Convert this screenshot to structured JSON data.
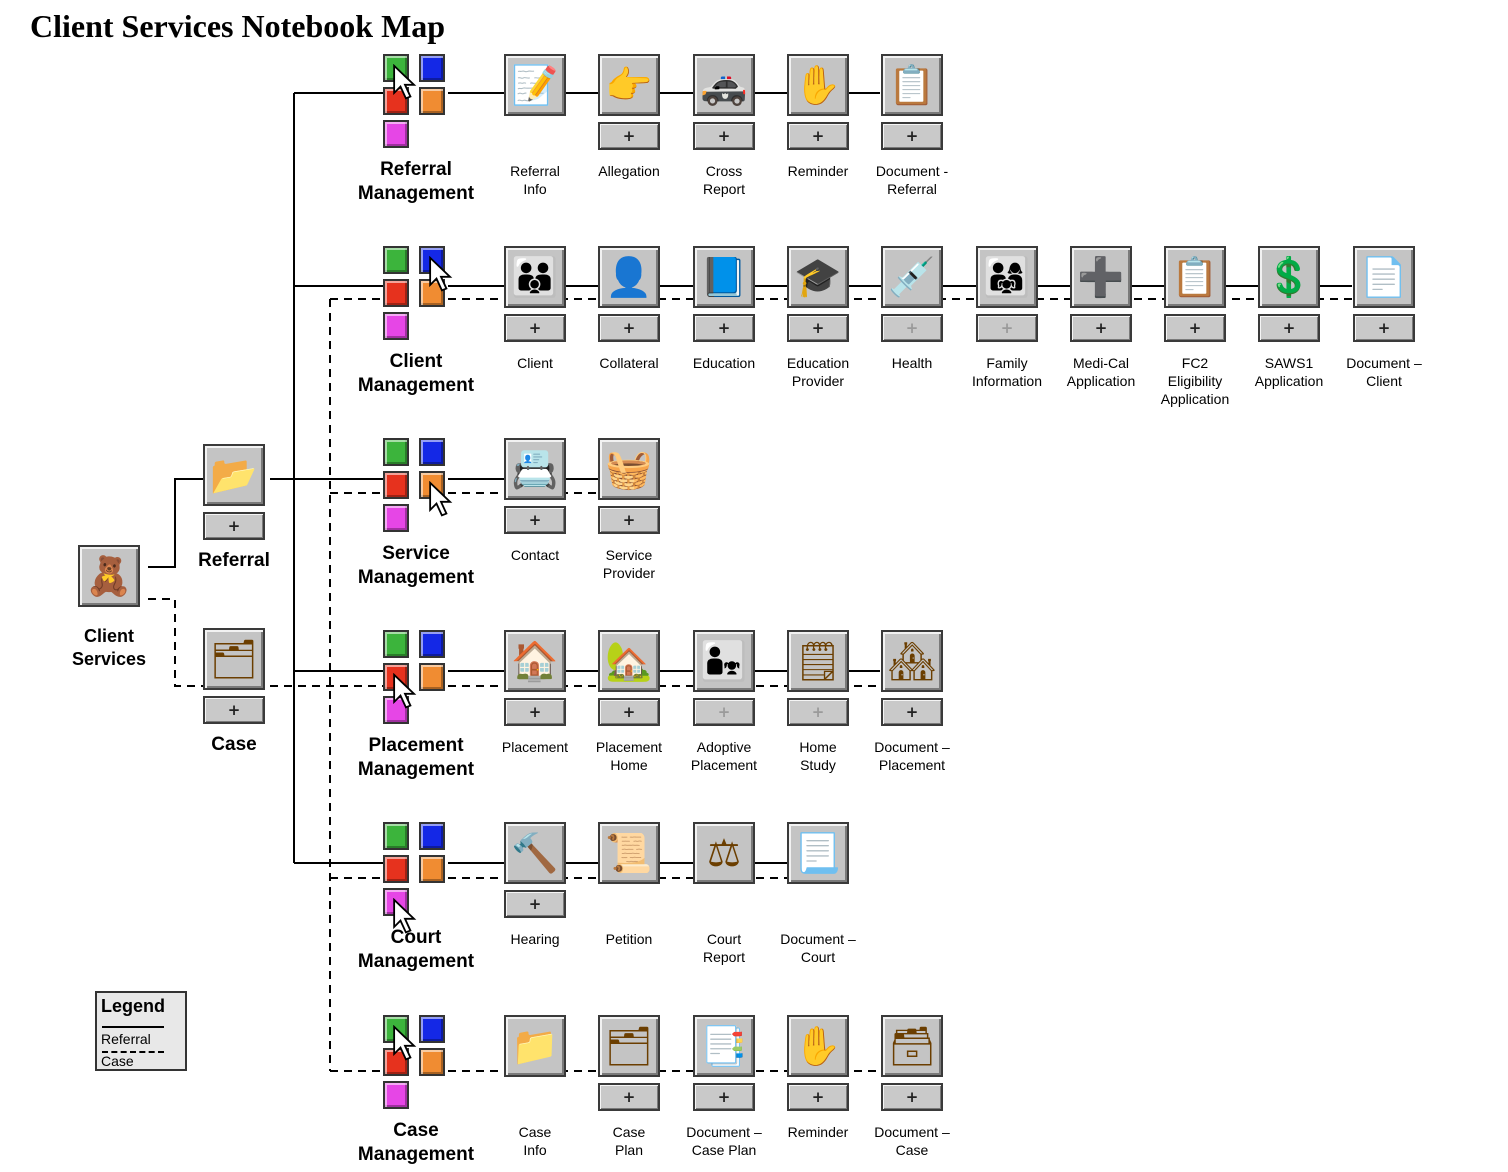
{
  "title": "Client Services Notebook Map",
  "legend": {
    "title": "Legend",
    "referral": "Referral",
    "case": "Case"
  },
  "root": {
    "label": "Client\nServices",
    "icon": "teddy-bear-icon"
  },
  "referral": {
    "label": "Referral",
    "icon": "referral-folder-icon",
    "plus": "+"
  },
  "case": {
    "label": "Case",
    "icon": "case-folder-icon",
    "plus": "+"
  },
  "categories": [
    {
      "label": "Referral\nManagement",
      "cursor": "green",
      "items": [
        {
          "label": "Referral\nInfo",
          "icon": "notepad-icon",
          "glyph": "📝",
          "plus": null
        },
        {
          "label": "Allegation",
          "icon": "pointing-hand-icon",
          "glyph": "👉",
          "plus": "+"
        },
        {
          "label": "Cross\nReport",
          "icon": "police-car-icon",
          "glyph": "🚓",
          "plus": "+"
        },
        {
          "label": "Reminder",
          "icon": "ribbon-finger-icon",
          "glyph": "✋",
          "plus": "+"
        },
        {
          "label": "Document -\nReferral",
          "icon": "document-pen-icon",
          "glyph": "📋",
          "plus": "+"
        }
      ]
    },
    {
      "label": "Client\nManagement",
      "cursor": "blue",
      "items": [
        {
          "label": "Client",
          "icon": "family-portrait-icon",
          "glyph": "👪",
          "plus": "+"
        },
        {
          "label": "Collateral",
          "icon": "person-folder-icon",
          "glyph": "👤",
          "plus": "+"
        },
        {
          "label": "Education",
          "icon": "book-apple-icon",
          "glyph": "📘",
          "plus": "+"
        },
        {
          "label": "Education\nProvider",
          "icon": "graduate-icon",
          "glyph": "🎓",
          "plus": "+"
        },
        {
          "label": "Health",
          "icon": "syringe-chart-icon",
          "glyph": "💉",
          "plus": "+",
          "disabled": true
        },
        {
          "label": "Family\nInformation",
          "icon": "family-info-icon",
          "glyph": "👨‍👩‍👧",
          "plus": "+",
          "disabled": true
        },
        {
          "label": "Medi-Cal\nApplication",
          "icon": "medical-clipboard-icon",
          "glyph": "➕",
          "plus": "+"
        },
        {
          "label": "FC2\nEligibility\nApplication",
          "icon": "family-clipboard-icon",
          "glyph": "📋",
          "plus": "+"
        },
        {
          "label": "SAWS1\nApplication",
          "icon": "dollar-document-icon",
          "glyph": "💲",
          "plus": "+"
        },
        {
          "label": "Document –\nClient",
          "icon": "person-document-icon",
          "glyph": "📄",
          "plus": "+"
        }
      ]
    },
    {
      "label": "Service\nManagement",
      "cursor": "orange",
      "items": [
        {
          "label": "Contact",
          "icon": "contact-clamp-icon",
          "glyph": "📇",
          "plus": "+"
        },
        {
          "label": "Service\nProvider",
          "icon": "cornucopia-icon",
          "glyph": "🧺",
          "plus": "+"
        }
      ]
    },
    {
      "label": "Placement\nManagement",
      "cursor": "red",
      "items": [
        {
          "label": "Placement",
          "icon": "house-family-icon",
          "glyph": "🏠",
          "plus": "+"
        },
        {
          "label": "Placement\nHome",
          "icon": "house-tree-icon",
          "glyph": "🏡",
          "plus": "+"
        },
        {
          "label": "Adoptive\nPlacement",
          "icon": "adoptive-family-icon",
          "glyph": "👨‍👧",
          "plus": "+",
          "disabled": true
        },
        {
          "label": "Home\nStudy",
          "icon": "home-study-icon",
          "glyph": "🗒",
          "plus": "+",
          "disabled": true
        },
        {
          "label": "Document –\nPlacement",
          "icon": "house-document-icon",
          "glyph": "🏘",
          "plus": "+"
        }
      ]
    },
    {
      "label": "Court\nManagement",
      "cursor": "magenta",
      "items": [
        {
          "label": "Hearing",
          "icon": "gavel-icon",
          "glyph": "🔨",
          "plus": "+"
        },
        {
          "label": "Petition",
          "icon": "scroll-pen-icon",
          "glyph": "📜",
          "plus": null
        },
        {
          "label": "Court\nReport",
          "icon": "scales-icon",
          "glyph": "⚖",
          "plus": null
        },
        {
          "label": "Document –\nCourt",
          "icon": "court-document-icon",
          "glyph": "📃",
          "plus": null
        }
      ]
    },
    {
      "label": "Case\nManagement",
      "cursor": "green",
      "items": [
        {
          "label": "Case\nInfo",
          "icon": "yellow-folder-icon",
          "glyph": "📁",
          "plus": null
        },
        {
          "label": "Case\nPlan",
          "icon": "stacked-papers-icon",
          "glyph": "🗂",
          "plus": "+"
        },
        {
          "label": "Document –\nCase Plan",
          "icon": "document-stack-icon",
          "glyph": "📑",
          "plus": "+"
        },
        {
          "label": "Reminder",
          "icon": "ribbon-finger-icon",
          "glyph": "✋",
          "plus": "+"
        },
        {
          "label": "Document –\nCase",
          "icon": "folder-document-icon",
          "glyph": "🗃",
          "plus": "+"
        }
      ]
    }
  ],
  "colors": {
    "green": "#3cb43c",
    "blue": "#1428e6",
    "red": "#e6321e",
    "orange": "#f08c32",
    "magenta": "#e646e6",
    "icon_bg": "#c4c4c4"
  }
}
